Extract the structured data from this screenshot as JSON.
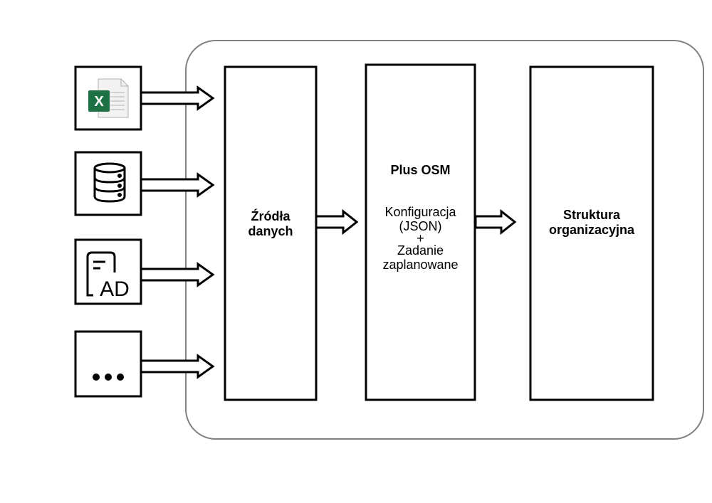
{
  "sources": [
    {
      "icon": "excel-file-icon",
      "glyph": "X"
    },
    {
      "icon": "database-icon"
    },
    {
      "icon": "active-directory-icon",
      "glyph": "AD"
    },
    {
      "icon": "more-icon"
    }
  ],
  "blocks": {
    "sources_block": {
      "line1": "Źródła",
      "line2": "danych"
    },
    "plus_osm": {
      "title": "Plus OSM",
      "line1": "Konfiguracja",
      "line2": "(JSON)",
      "line3": "+",
      "line4": "Zadanie",
      "line5": "zaplanowane"
    },
    "structure": {
      "line1": "Struktura",
      "line2": "organizacyjna"
    }
  },
  "colors": {
    "stroke": "#000000",
    "container_stroke": "#808080",
    "excel_green": "#1e7145",
    "excel_sheet": "#f2f2f2"
  }
}
